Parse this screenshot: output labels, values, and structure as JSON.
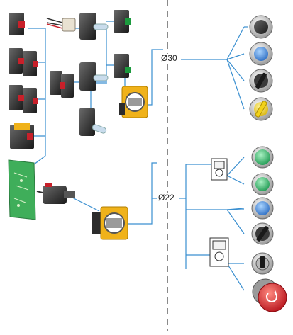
{
  "labels": {
    "diameter_large": "Ø30",
    "diameter_small": "Ø22"
  },
  "colors": {
    "line": "#3a8fd0",
    "dash": "#8a8a8a",
    "body_dark": "#2c2c2c",
    "contact_red": "#c8202a",
    "contact_green": "#1c9a3e",
    "bracket_yellow": "#f0b21a",
    "pcb_green": "#3fae5a",
    "head_blue": "#3a7fd0",
    "head_green": "#35b26a",
    "head_yellow": "#f2d21a",
    "estop_red": "#d81f26"
  },
  "parts": {
    "left_column": [
      "contact-block-red",
      "contact-block-red",
      "contact-block-red",
      "contact-block-yellow",
      "pcb-board"
    ],
    "middle_column": [
      "wire-connector",
      "light-block",
      "contact-block-red",
      "light-block",
      "light-block"
    ],
    "right_column": [
      "contact-block-green",
      "contact-block-green",
      "mounting-collar"
    ],
    "center_lower": [
      "cable-adapter",
      "mounting-collar"
    ],
    "heads_30mm": [
      "head-black",
      "head-blue",
      "head-selector",
      "head-yellow-selector"
    ],
    "heads_22mm": [
      "head-green-flush",
      "head-green-raised",
      "head-blue",
      "head-selector",
      "head-key",
      "head-emergency-stop"
    ],
    "legend_plates": [
      "legend-plate-small",
      "legend-plate-large"
    ]
  }
}
